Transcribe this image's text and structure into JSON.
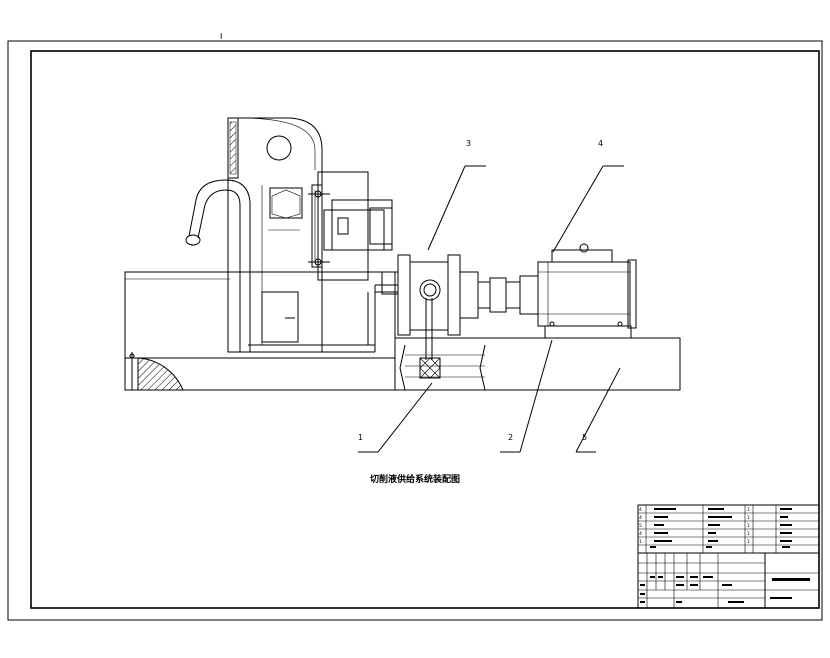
{
  "drawing": {
    "caption": "切削液供给系统装配图",
    "part_numbers": [
      "1",
      "2",
      "3",
      "4",
      "5"
    ],
    "top_mark": "I"
  },
  "title_block": {
    "rows": [
      [
        "4",
        "",
        "",
        "",
        "1",
        ""
      ],
      [
        "4",
        "",
        "",
        "",
        "1",
        ""
      ],
      [
        "5",
        "",
        "",
        "",
        "1",
        ""
      ],
      [
        "4",
        "",
        "",
        "",
        "1",
        ""
      ],
      [
        "1",
        "",
        "",
        "",
        "1",
        ""
      ]
    ],
    "drawing_no": ""
  },
  "colors": {
    "line": "#000000",
    "background": "#ffffff",
    "hatch": "#000000"
  }
}
